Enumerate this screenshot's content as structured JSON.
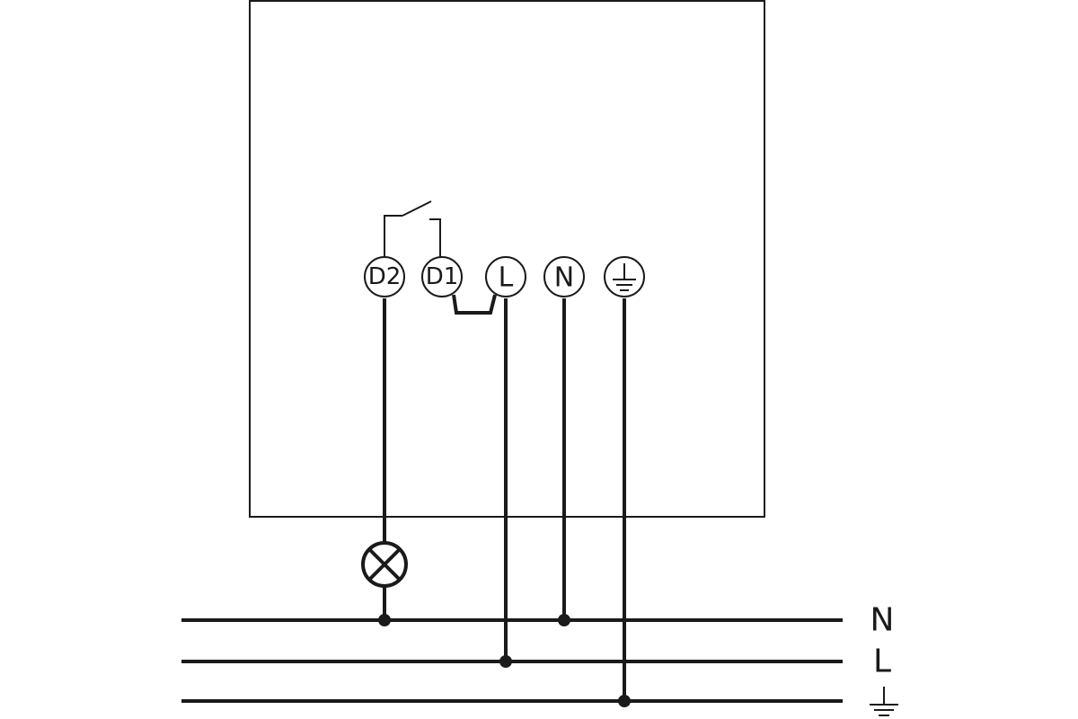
{
  "terminals": {
    "d2": "D2",
    "d1": "D1",
    "l": "L",
    "n": "N"
  },
  "bus_labels": {
    "n": "N",
    "l": "L"
  },
  "icons": {
    "ground_terminal": "earth-ground-icon",
    "ground_bus": "earth-ground-icon",
    "lamp": "lamp-icon",
    "relay_contact": "switch-contact-icon"
  },
  "colors": {
    "line": "#1a1a1a",
    "background": "#ffffff"
  }
}
